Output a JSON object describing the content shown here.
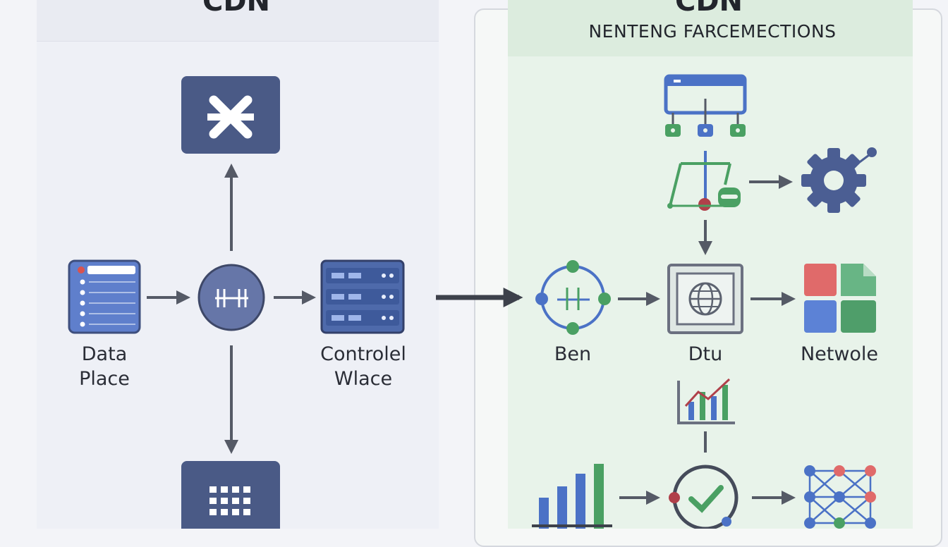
{
  "left_panel": {
    "title": "CDN",
    "nodes": {
      "data_place": {
        "line1": "Data",
        "line2": "Place"
      },
      "controlel_wlace": {
        "line1": "Controlel",
        "line2": "Wlace"
      }
    },
    "hub_glyph": "H"
  },
  "right_panel": {
    "title": "CDN",
    "subtitle": "NENTENG FARCEMECTIONS",
    "nodes": {
      "ben": {
        "label": "Ben"
      },
      "dtu": {
        "label": "Dtu"
      },
      "netwole": {
        "label": "Netwole"
      }
    }
  },
  "colors": {
    "navy": "#4a5a86",
    "blue": "#4b72c6",
    "green": "#4aa063",
    "red": "#d9534f",
    "arrow": "#555a66"
  }
}
